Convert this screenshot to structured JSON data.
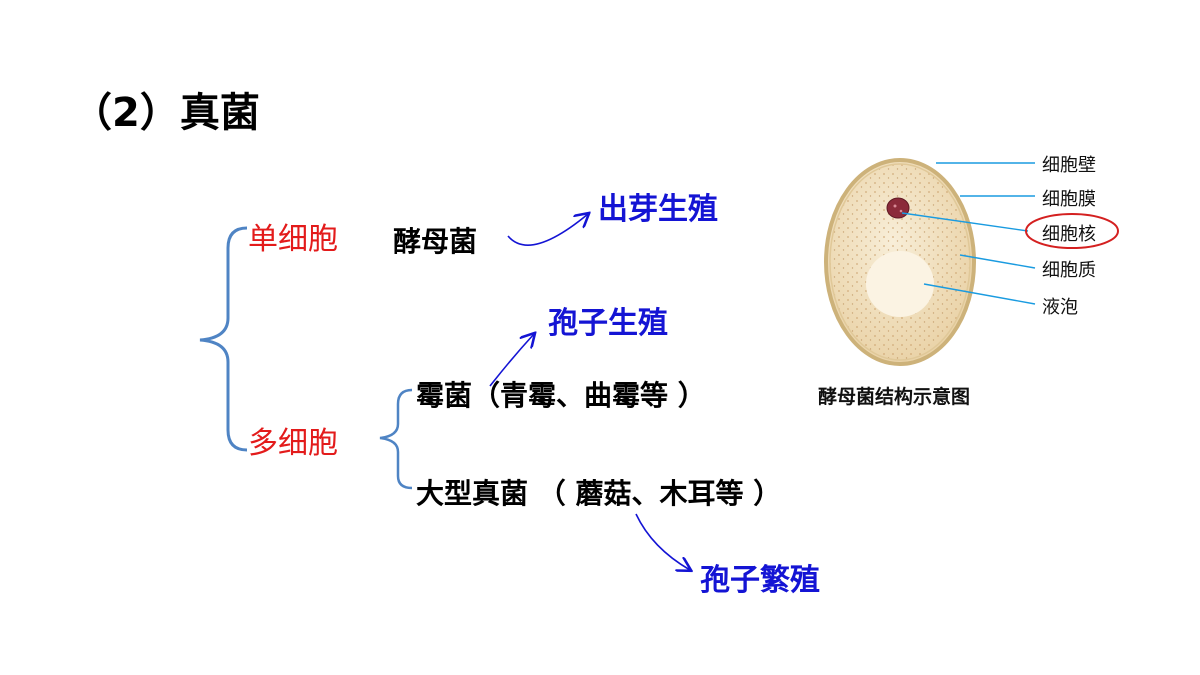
{
  "slide": {
    "title": "（2）真菌"
  },
  "tree": {
    "unicellular": {
      "label": "单细胞",
      "example": "酵母菌",
      "reproduction": "出芽生殖"
    },
    "multicellular": {
      "label": "多细胞",
      "mold": "霉菌（青霉、曲霉等 ）",
      "mold_reproduction": "孢子生殖",
      "large_fungi": "大型真菌 （ 蘑菇、木耳等 ）",
      "large_fungi_reproduction": "孢子繁殖"
    }
  },
  "yeast_figure": {
    "labels": {
      "cell_wall": "细胞壁",
      "cell_membrane": "细胞膜",
      "nucleus": "细胞核",
      "cytoplasm": "细胞质",
      "vacuole": "液泡"
    },
    "caption": "酵母菌结构示意图"
  },
  "colors": {
    "brace": "#4f84c4",
    "red_text": "#e31b1b",
    "blue_text": "#1414d4",
    "leader_line": "#1a9be0",
    "highlight_circle": "#d42020",
    "cell_fill": "#f3e4c4",
    "cell_wall": "#cdb27a",
    "nucleus": "#8b2b3a",
    "vacuole": "#fbf3e3"
  }
}
